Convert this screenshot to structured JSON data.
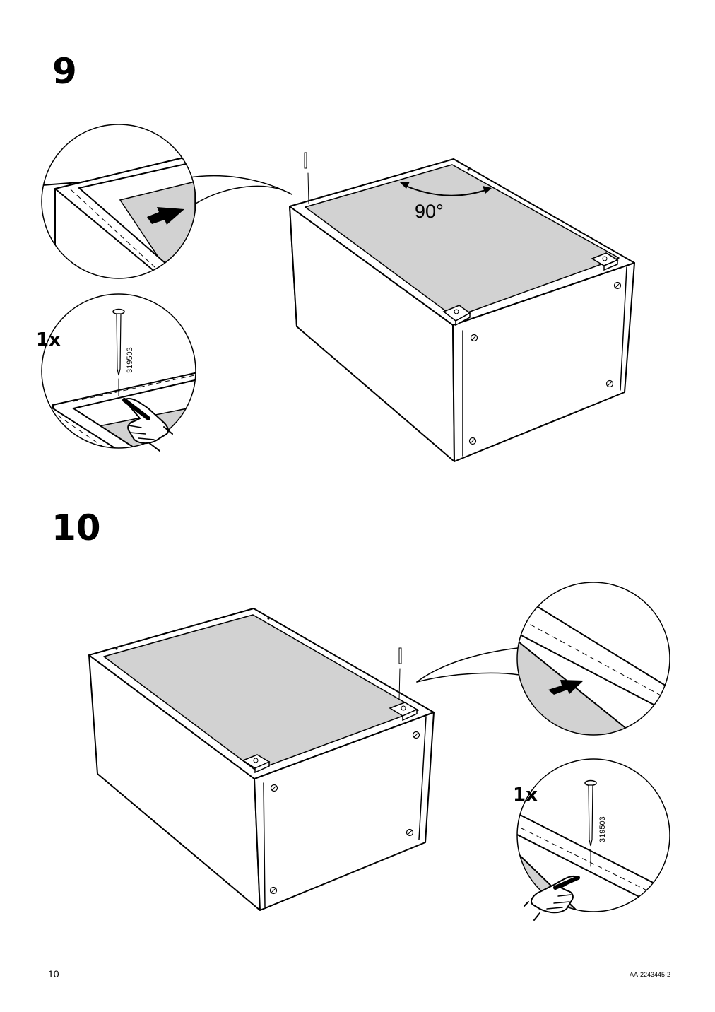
{
  "steps": [
    {
      "number": "9",
      "quantity": "1x",
      "part_number": "319503",
      "angle_label": "90°"
    },
    {
      "number": "10",
      "quantity": "1x",
      "part_number": "319503"
    }
  ],
  "footer": {
    "page_number": "10",
    "document_code": "AA-2243445-2"
  },
  "icons": [
    "nail-icon",
    "hand-press-icon",
    "direction-arrow-icon",
    "screw-hole-icon",
    "hinge-plate-icon",
    "rotation-arrow-icon"
  ],
  "colors": {
    "back_panel_fill": "#d2d2d2",
    "line": "#000000",
    "background": "#ffffff"
  }
}
